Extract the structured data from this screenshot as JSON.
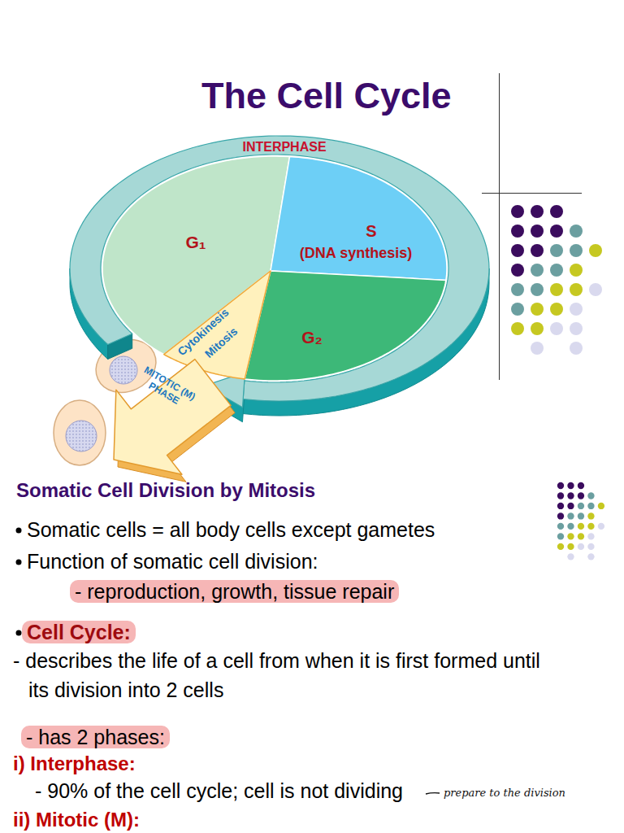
{
  "diagram": {
    "title": "The Cell Cycle",
    "nodes": [
      {
        "text": [
          "INTERPHASE"
        ]
      },
      {
        "text": [
          "G₁"
        ],
        "in": 0
      },
      {
        "text": [
          "S",
          "(DNA synthesis)"
        ],
        "in": 0
      },
      {
        "text": [
          "G₂"
        ],
        "in": 0
      },
      {
        "text": [
          "Cytokinesis",
          "Mitosis"
        ],
        "in": 0
      },
      {
        "text": [
          "MITOTIC (M) PHASE"
        ]
      }
    ],
    "labels": [
      "Somatic Cell Division by Mitosis",
      "Somatic cells = all body cells except gametes",
      "Function of somatic cell division:",
      "- reproduction, growth, tissue repair",
      "Cell Cycle:",
      "- describes the life of a cell from when it is first formed until its division into 2 cells",
      "- has 2 phases:",
      "i) Interphase:",
      "- 90% of the cell cycle; cell is not dividing",
      "prepare to the division",
      "ii) Mitotic (M):"
    ]
  }
}
